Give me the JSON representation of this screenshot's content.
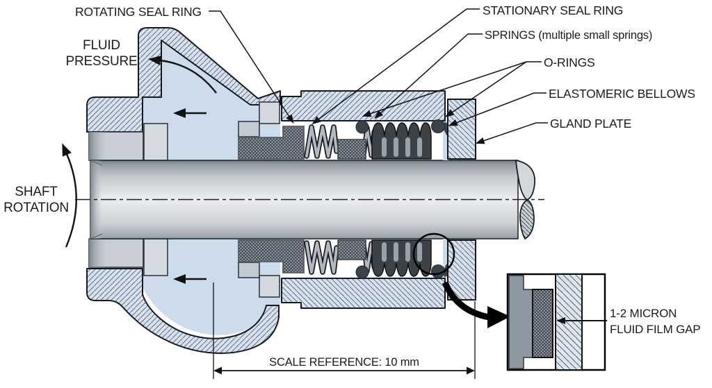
{
  "labels": {
    "rotating_seal_ring": "ROTATING SEAL RING",
    "stationary_seal_ring": "STATIONARY SEAL RING",
    "springs": "SPRINGS (multiple small springs)",
    "o_rings": "O-RINGS",
    "elastomeric_bellows": "ELASTOMERIC BELLOWS",
    "gland_plate": "GLAND PLATE",
    "fluid_pressure_line1": "FLUID",
    "fluid_pressure_line2": "PRESSURE",
    "shaft_rotation_line1": "SHAFT",
    "shaft_rotation_line2": "ROTATION",
    "film_gap_line1": "1-2 MICRON",
    "film_gap_line2": "FLUID FILM GAP",
    "scale_reference": "SCALE REFERENCE: 10 mm"
  },
  "colors": {
    "cavity_fluid": "#cddcec",
    "hatch_base": "#d8e2ee",
    "hatch_line": "#5d7084",
    "dark_rubber": "#3b4248",
    "metal_mid": "#c9cfd5",
    "inset_gray": "#8d98a2",
    "outline": "#15191d"
  }
}
